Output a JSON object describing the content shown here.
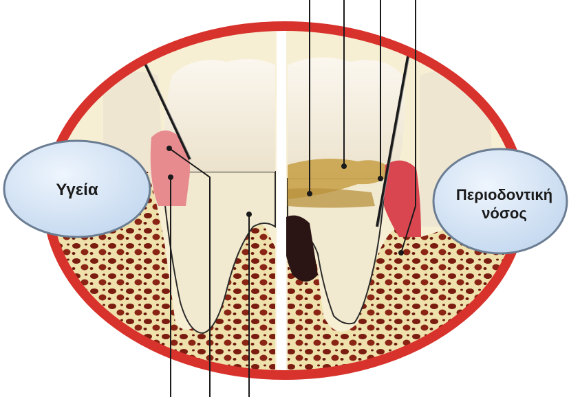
{
  "labels": {
    "health": "Υγεία",
    "disease_line1": "Περιοδοντική",
    "disease_line2": "νόσος"
  },
  "colors": {
    "frame_red": "#d8322c",
    "gum_pink": "#e78b8f",
    "gum_inflamed": "#d9464f",
    "bone_cream": "#efe1ac",
    "bone_pore": "#7a1c10",
    "tooth_enamel": "#f5eee0",
    "root": "#f2ead0",
    "plaque": "#c9a24c",
    "bubble_fill": "#d6e6f7",
    "bubble_stroke": "#6b7d93"
  }
}
